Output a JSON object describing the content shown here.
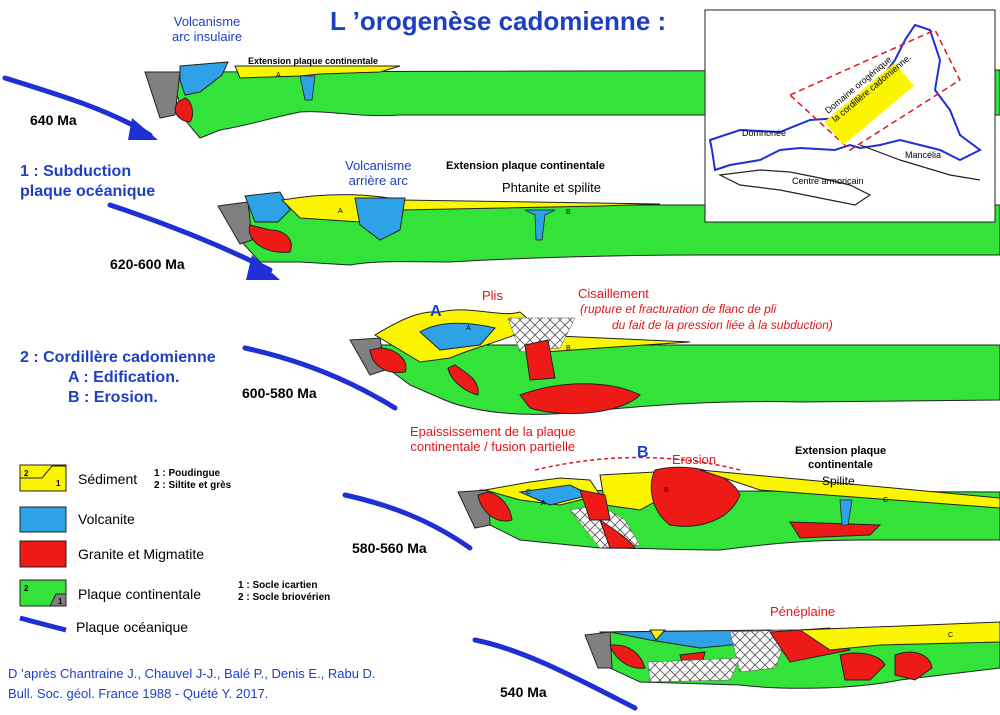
{
  "title": "L ’orogenèse cadomienne :",
  "stages": {
    "s1": {
      "label_line1": "1 : Subduction",
      "label_line2": "plaque océanique"
    },
    "s2": {
      "label_line1": "2 : Cordillère cadomienne",
      "label_line2": "A : Edification.",
      "label_line3": "B : Erosion."
    }
  },
  "ages": {
    "a640": "640 Ma",
    "a620": "620-600 Ma",
    "a600": "600-580 Ma",
    "a580": "580-560 Ma",
    "a540": "540 Ma"
  },
  "labels": {
    "volcanisme_arc_1": "Volcanisme",
    "volcanisme_arc_2": "arc insulaire",
    "extension_1": "Extension plaque continentale",
    "volc_arriere_1": "Volcanisme",
    "volc_arriere_2": "arrière arc",
    "extension_2": "Extension plaque continentale",
    "phtanite": "Phtanite et spilite",
    "section_A": "A",
    "plis": "Plis",
    "cisaillement": "Cisaillement",
    "rupture_1": "(rupture et fracturation de flanc de pli",
    "rupture_2": "du fait de la pression liée à la subduction)",
    "epaississement_1": "Epaississement de la  plaque",
    "epaississement_2": "continentale / fusion partielle",
    "section_B": "B",
    "erosion": "Erosion",
    "extension_3_1": "Extension plaque",
    "extension_3_2": "continentale",
    "spilite": "Spilite",
    "peneplaine": "Pénéplaine",
    "mark_a": "A",
    "mark_b": "B",
    "mark_c": "C"
  },
  "legend": {
    "sediment": "Sédiment",
    "sediment_sub1": "1 : Poudingue",
    "sediment_sub2": "2 : Siltite et grès",
    "volcanite": "Volcanite",
    "granite": "Granite et Migmatite",
    "plaque_cont": "Plaque continentale",
    "plaque_sub1": "1 : Socle icartien",
    "plaque_sub2": "2 : Socle briovérien",
    "plaque_oceanique": "Plaque océanique",
    "num1": "1",
    "num2": "2"
  },
  "inset": {
    "domaine_1": "Domaine orogénique",
    "domaine_2": "la cordillère cadomienne.",
    "domnonee": "Domnonée",
    "mancelia": "Mancélia",
    "centre": "Centre armoricain"
  },
  "credit": {
    "line1": "D ’après Chantraine J., Chauvel J-J., Balé P., Denis E., Rabu D.",
    "line2": "Bull. Soc. géol. France 1988 - Quété Y. 2017."
  },
  "colors": {
    "continental": "#33e33a",
    "sediment": "#fbf600",
    "volcanite": "#2ea2e6",
    "granite": "#ee1a16",
    "socle": "#808080",
    "ocean_plate": "#1f2fd6",
    "text_blue": "#1d3fc4",
    "text_red": "#e0161b"
  }
}
